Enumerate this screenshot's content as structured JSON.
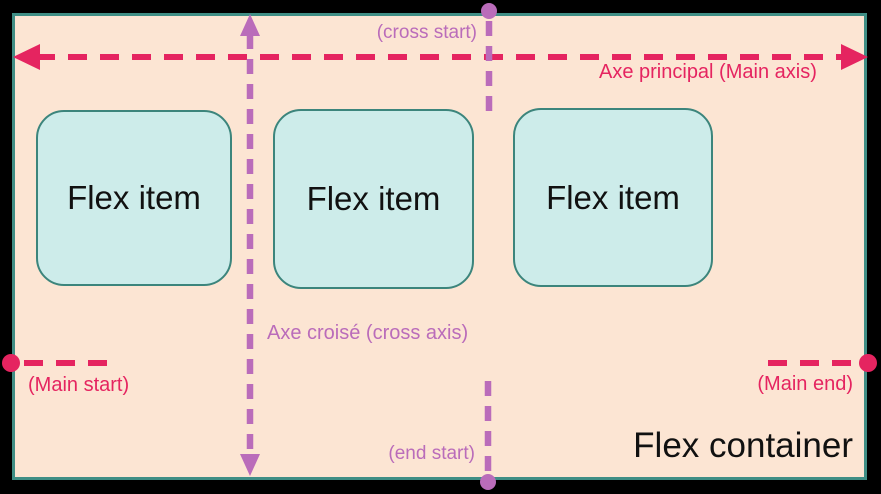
{
  "diagram": {
    "container_label": "Flex container",
    "flex_items": [
      {
        "label": "Flex item"
      },
      {
        "label": "Flex item"
      },
      {
        "label": "Flex item"
      }
    ],
    "labels": {
      "main_axis": "Axe principal (Main axis)",
      "cross_axis": "Axe croisé (cross axis)",
      "cross_start": "(cross start)",
      "end_start": "(end start)",
      "main_start": "(Main start)",
      "main_end": "(Main end)"
    },
    "colors": {
      "frame_bg": "#000000",
      "container_bg": "#fce5d3",
      "container_border": "#3f8e85",
      "item_bg": "#cdecea",
      "item_border": "#3c857c",
      "main_axis_color": "#e52460",
      "cross_axis_color": "#ba6cba",
      "text_color": "#111111"
    }
  }
}
